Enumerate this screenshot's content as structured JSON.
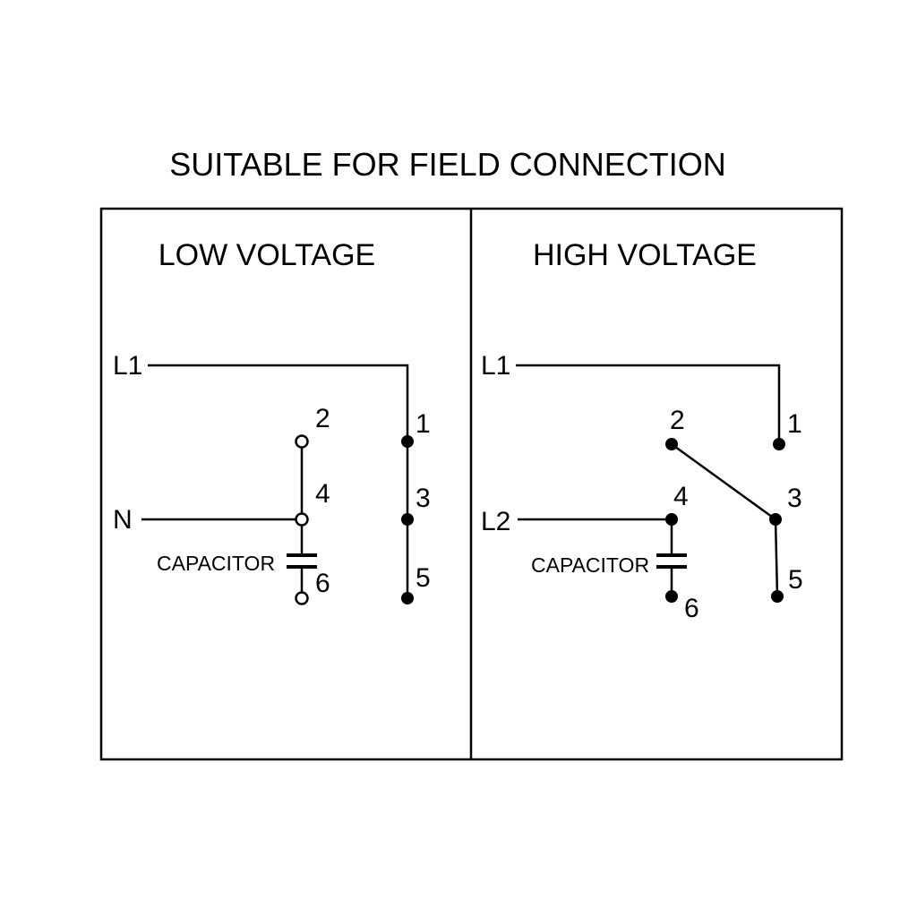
{
  "title": "SUITABLE FOR FIELD CONNECTION",
  "panels": {
    "low": {
      "heading": "LOW VOLTAGE",
      "supply_label_1": "L1",
      "supply_label_2": "N",
      "capacitor_label": "CAPACITOR",
      "terminals": {
        "t1": "1",
        "t2": "2",
        "t3": "3",
        "t4": "4",
        "t5": "5",
        "t6": "6"
      }
    },
    "high": {
      "heading": "HIGH VOLTAGE",
      "supply_label_1": "L1",
      "supply_label_2": "L2",
      "capacitor_label": "CAPACITOR",
      "terminals": {
        "t1": "1",
        "t2": "2",
        "t3": "3",
        "t4": "4",
        "t5": "5",
        "t6": "6"
      }
    }
  },
  "colors": {
    "line": "#000000",
    "text": "#000000",
    "background": "#ffffff"
  }
}
